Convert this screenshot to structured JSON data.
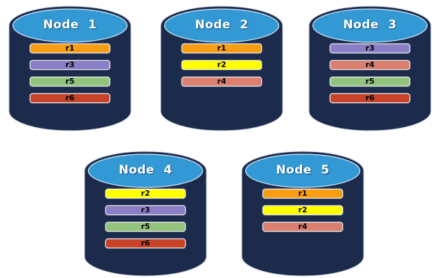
{
  "palette": {
    "background": "#FFFFFF",
    "cylinder_body": "#1C2A4C",
    "cylinder_edge": "#CBD3DF",
    "cylinder_top": "#3399D5",
    "ellipse_stroke": "#D8E9F5",
    "bar_border": "#F0F0EE",
    "bar_text": "#000000",
    "title_text": "#FFFFFF"
  },
  "replica_colors": {
    "r1": "#F99D10",
    "r2": "#FFFF00",
    "r3": "#8A7EC6",
    "r4": "#DB8070",
    "r5": "#92C47E",
    "r6": "#C84227"
  },
  "nodes": [
    {
      "label": "Node 1",
      "replicas": [
        {
          "id": "r1",
          "color": "#F99D10"
        },
        {
          "id": "r3",
          "color": "#8A7EC6"
        },
        {
          "id": "r5",
          "color": "#92C47E"
        },
        {
          "id": "r6",
          "color": "#C84227"
        }
      ]
    },
    {
      "label": "Node 2",
      "replicas": [
        {
          "id": "r1",
          "color": "#F99D10"
        },
        {
          "id": "r2",
          "color": "#FFFF00"
        },
        {
          "id": "r4",
          "color": "#DB8070"
        }
      ]
    },
    {
      "label": "Node 3",
      "replicas": [
        {
          "id": "r3",
          "color": "#8A7EC6"
        },
        {
          "id": "r4",
          "color": "#DB8070"
        },
        {
          "id": "r5",
          "color": "#92C47E"
        },
        {
          "id": "r6",
          "color": "#C84227"
        }
      ]
    },
    {
      "label": "Node 4",
      "replicas": [
        {
          "id": "r2",
          "color": "#FFFF00"
        },
        {
          "id": "r3",
          "color": "#8A7EC6"
        },
        {
          "id": "r5",
          "color": "#92C47E"
        },
        {
          "id": "r6",
          "color": "#C84227"
        }
      ]
    },
    {
      "label": "Node 5",
      "replicas": [
        {
          "id": "r1",
          "color": "#F99D10"
        },
        {
          "id": "r2",
          "color": "#FFFF00"
        },
        {
          "id": "r4",
          "color": "#DB8070"
        }
      ]
    }
  ]
}
